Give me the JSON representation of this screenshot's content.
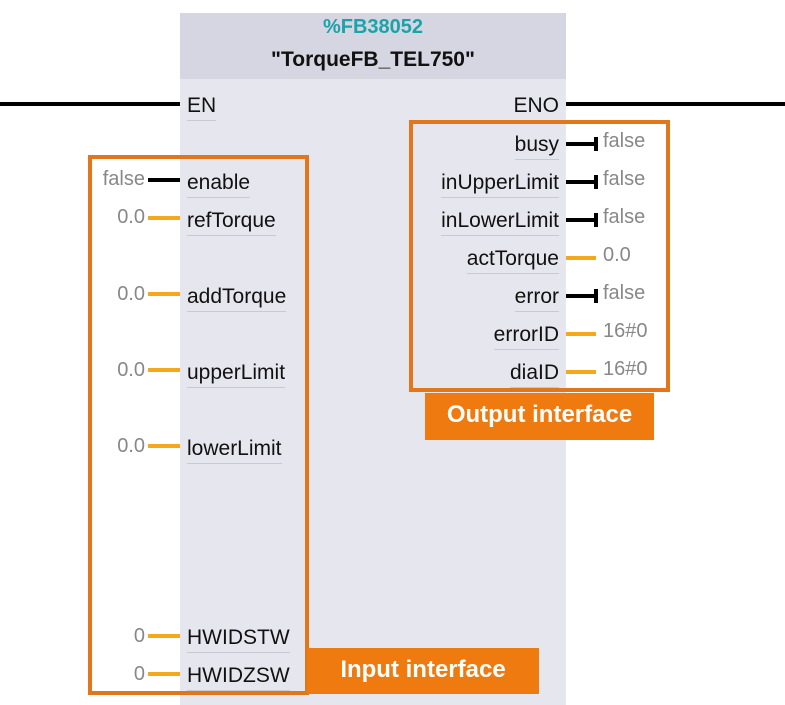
{
  "block": {
    "number": "%FB38052",
    "name": "\"TorqueFB_TEL750\""
  },
  "en": {
    "label": "EN"
  },
  "eno": {
    "label": "ENO"
  },
  "inputs": [
    {
      "label": "enable",
      "value": "false"
    },
    {
      "label": "refTorque",
      "value": "0.0"
    },
    {
      "label": "addTorque",
      "value": "0.0"
    },
    {
      "label": "upperLimit",
      "value": "0.0"
    },
    {
      "label": "lowerLimit",
      "value": "0.0"
    },
    {
      "label": "HWIDSTW",
      "value": "0"
    },
    {
      "label": "HWIDZSW",
      "value": "0"
    }
  ],
  "outputs": [
    {
      "label": "busy",
      "value": "false"
    },
    {
      "label": "inUpperLimit",
      "value": "false"
    },
    {
      "label": "inLowerLimit",
      "value": "false"
    },
    {
      "label": "actTorque",
      "value": "0.0"
    },
    {
      "label": "error",
      "value": "false"
    },
    {
      "label": "errorID",
      "value": "16#0"
    },
    {
      "label": "diaID",
      "value": "16#0"
    }
  ],
  "annotations": {
    "output_interface": "Output interface",
    "input_interface": "Input interface"
  },
  "colors": {
    "frame": "#e2761b",
    "tag_bg": "#ef7a0f",
    "bool_wire": "#000000",
    "num_wire": "#f4a81c",
    "block_bg": "#e6e6ee",
    "fb_number": "#1aa3a8"
  }
}
